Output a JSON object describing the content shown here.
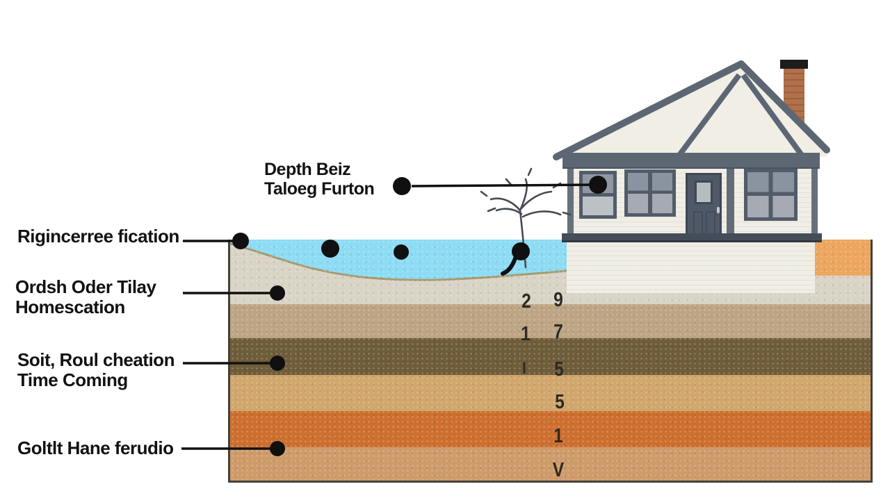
{
  "diagram": {
    "labels": {
      "depth": [
        "Depth Beiz",
        "Taloeg Furton"
      ],
      "surface": [
        "Rigincerree fication"
      ],
      "clay": [
        "Ordsh Oder Tilay",
        "Homescation"
      ],
      "soil": [
        "Soit, Roul cheation",
        "Time Coming"
      ],
      "deep": [
        "Goltlt Hane ferudio"
      ]
    },
    "depth_marks": [
      "2",
      "9",
      "1",
      "7",
      "I",
      "5",
      "5",
      "1",
      "V"
    ],
    "layers": [
      {
        "name": "surface-sand",
        "color": "#d9d4c6"
      },
      {
        "name": "tan-sediment",
        "color": "#bda584"
      },
      {
        "name": "dark-olive",
        "color": "#6f5c39"
      },
      {
        "name": "light-tan",
        "color": "#d1a76d"
      },
      {
        "name": "orange-clay",
        "color": "#cd6f2f"
      },
      {
        "name": "light-brown",
        "color": "#cf9b6a"
      }
    ],
    "colors": {
      "water": "#8ddcf4",
      "sand_line": "#a89a6e",
      "under_house_fill": "#eda65f",
      "section_border": "#43403a",
      "leader": "#101010",
      "house_trim": "#5d6773",
      "house_wall": "#f0eee5",
      "chimney_brick": "#b1714a",
      "plant_stroke": "#454a52"
    }
  }
}
